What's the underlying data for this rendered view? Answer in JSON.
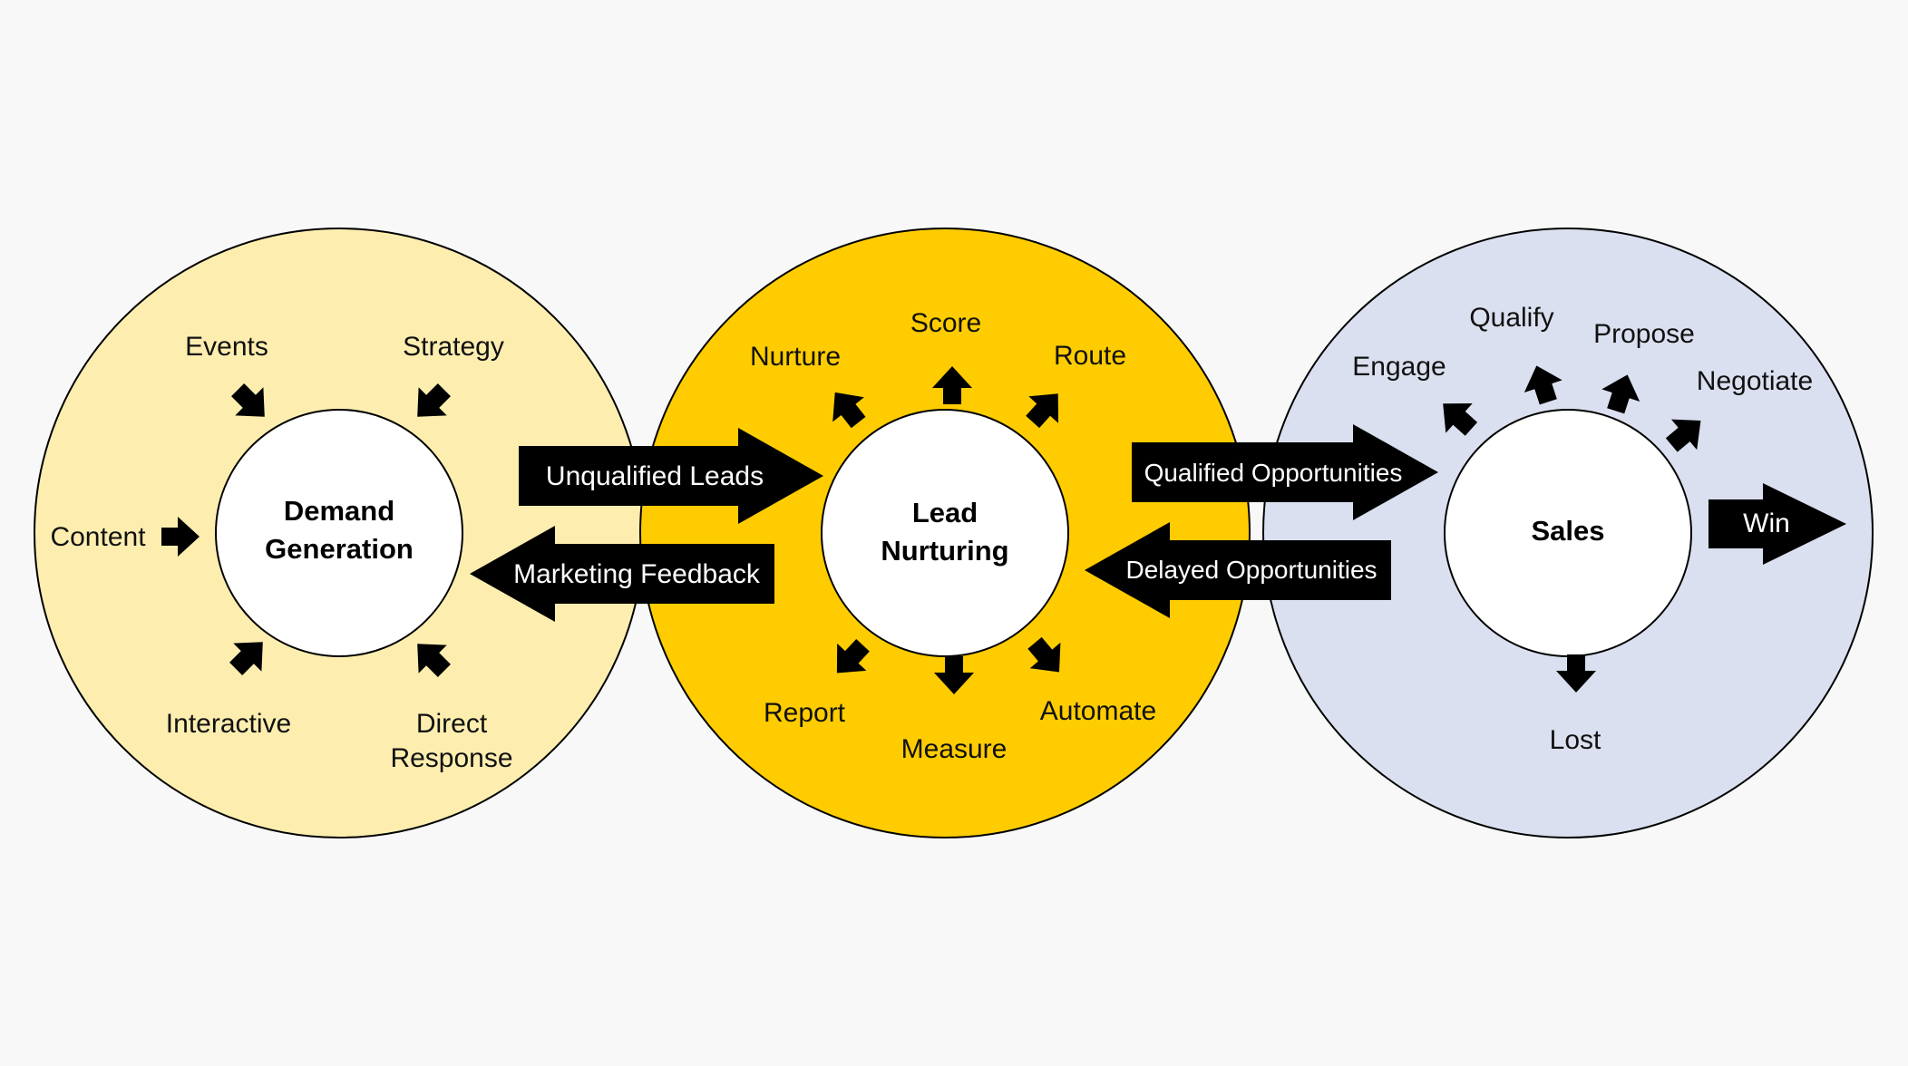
{
  "colors": {
    "background": "#f8f8f8",
    "demand_circle": "#fdeeb0",
    "lead_circle": "#fecc00",
    "sales_circle": "#dae0ef",
    "inner_circle": "#ffffff",
    "outline": "#000000",
    "banner": "#000000",
    "banner_text": "#ffffff"
  },
  "demand": {
    "title_line1": "Demand",
    "title_line2": "Generation",
    "inputs": {
      "events": "Events",
      "strategy": "Strategy",
      "content": "Content",
      "interactive": "Interactive",
      "direct_line1": "Direct",
      "direct_line2": "Response"
    }
  },
  "lead": {
    "title_line1": "Lead",
    "title_line2": "Nurturing",
    "outputs": {
      "score": "Score",
      "nurture": "Nurture",
      "route": "Route",
      "report": "Report",
      "measure": "Measure",
      "automate": "Automate"
    }
  },
  "sales": {
    "title": "Sales",
    "outputs": {
      "engage": "Engage",
      "qualify": "Qualify",
      "propose": "Propose",
      "negotiate": "Negotiate",
      "lost": "Lost"
    }
  },
  "flows": {
    "unqualified_leads": "Unqualified Leads",
    "marketing_feedback": "Marketing Feedback",
    "qualified_opportunities": "Qualified Opportunities",
    "delayed_opportunities": "Delayed Opportunities",
    "win": "Win"
  }
}
